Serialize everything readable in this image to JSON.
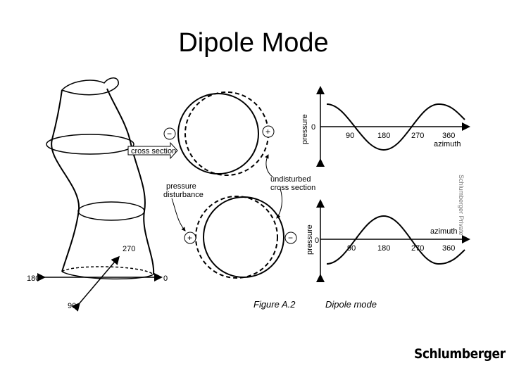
{
  "slide": {
    "title": "Dipole Mode",
    "side_label": "Schlumberger Private",
    "logo_text": "Schlumberger"
  },
  "figure": {
    "caption_number": "Figure A.2",
    "caption_text": "Dipole mode",
    "borehole_axes": {
      "a0": "0",
      "a90": "90",
      "a180": "180",
      "a270": "270"
    },
    "labels": {
      "cross_section": "cross section",
      "undisturbed_line1": "undisturbed",
      "undisturbed_line2": "cross section",
      "pressure_disturbance_line1": "pressure",
      "pressure_disturbance_line2": "disturbance",
      "minus": "−",
      "plus": "+"
    },
    "plot_top": {
      "ylabel": "pressure",
      "zero": "0",
      "ticks": [
        "90",
        "180",
        "270",
        "360"
      ],
      "xlabel": "azimuth"
    },
    "plot_bottom": {
      "ylabel": "pressure",
      "zero": "0",
      "ticks": [
        "90",
        "180",
        "270",
        "360"
      ],
      "xlabel": "azimuth"
    }
  }
}
